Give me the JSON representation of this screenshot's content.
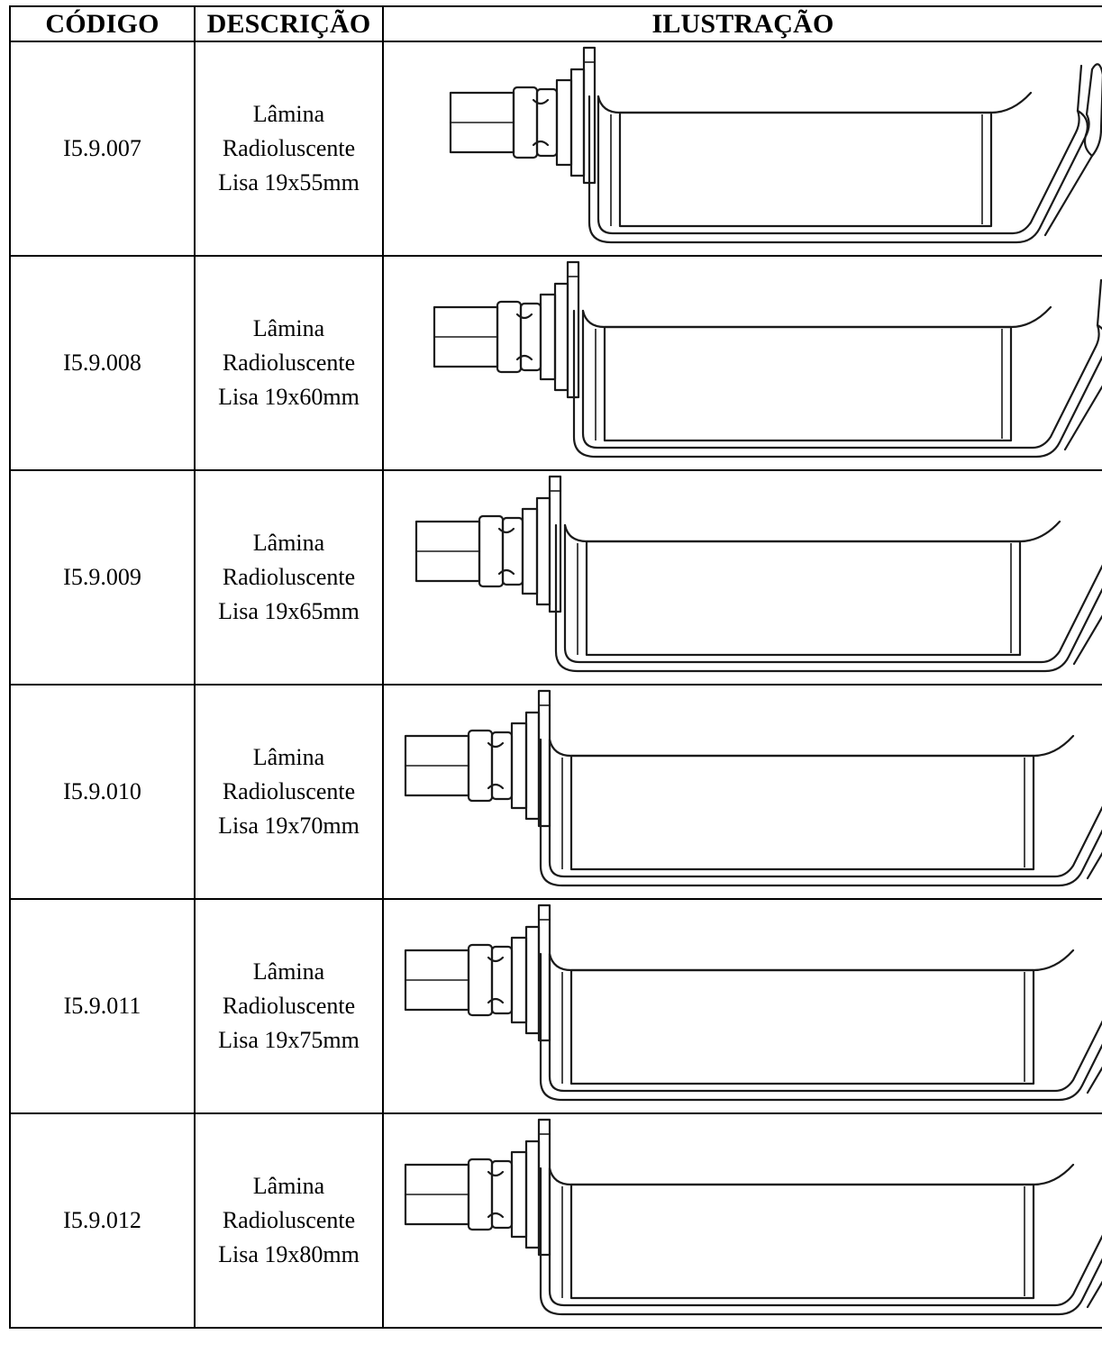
{
  "table": {
    "headers": {
      "code": "CÓDIGO",
      "description": "DESCRIÇÃO",
      "illustration": "ILUSTRAÇÃO"
    },
    "rows": [
      {
        "code": "I5.9.007",
        "description": [
          "Lâmina",
          "Radioluscente",
          "Lisa 19x55mm"
        ],
        "icon": "radiolucent-blade-drawing"
      },
      {
        "code": "I5.9.008",
        "description": [
          "Lâmina",
          "Radioluscente",
          "Lisa 19x60mm"
        ],
        "icon": "radiolucent-blade-drawing"
      },
      {
        "code": "I5.9.009",
        "description": [
          "Lâmina",
          "Radioluscente",
          "Lisa 19x65mm"
        ],
        "icon": "radiolucent-blade-drawing"
      },
      {
        "code": "I5.9.010",
        "description": [
          "Lâmina",
          "Radioluscente",
          "Lisa 19x70mm"
        ],
        "icon": "radiolucent-blade-drawing"
      },
      {
        "code": "I5.9.011",
        "description": [
          "Lâmina",
          "Radioluscente",
          "Lisa 19x75mm"
        ],
        "icon": "radiolucent-blade-drawing"
      },
      {
        "code": "I5.9.012",
        "description": [
          "Lâmina",
          "Radioluscente",
          "Lisa 19x80mm"
        ],
        "icon": "radiolucent-blade-drawing"
      }
    ]
  }
}
